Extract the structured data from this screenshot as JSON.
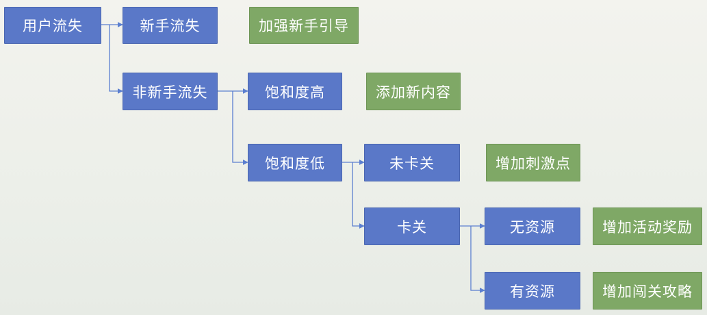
{
  "diagram": {
    "nodes": {
      "user_churn": "用户流失",
      "new_user_churn": "新手流失",
      "strengthen_guide": "加强新手引导",
      "non_new_user_churn": "非新手流失",
      "high_saturation": "饱和度高",
      "add_new_content": "添加新内容",
      "low_saturation": "饱和度低",
      "not_stuck": "未卡关",
      "add_stimulus": "增加刺激点",
      "stuck": "卡关",
      "no_resources": "无资源",
      "add_event_rewards": "增加活动奖励",
      "has_resources": "有资源",
      "add_level_guide": "增加闯关攻略"
    }
  },
  "colors": {
    "decision_node": "#5a78c8",
    "action_node": "#7fa866",
    "connector": "#5b7fd0"
  }
}
